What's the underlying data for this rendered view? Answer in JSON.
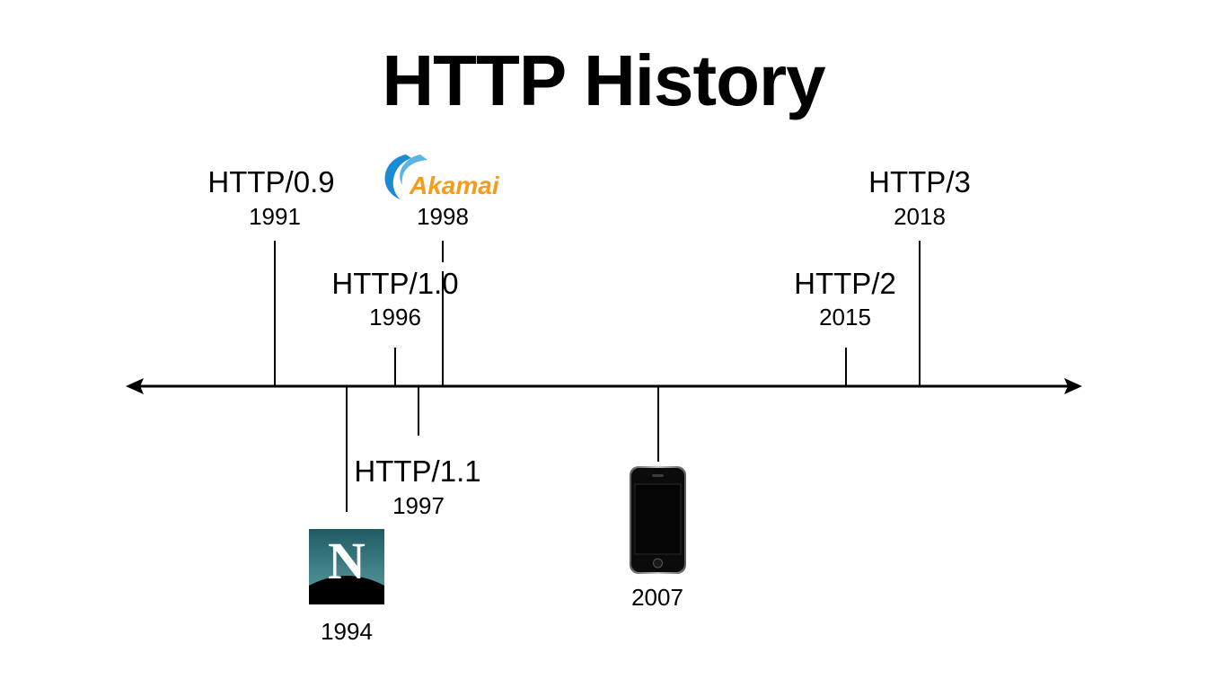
{
  "title": "HTTP History",
  "timeline": {
    "events": [
      {
        "id": "http09",
        "label": "HTTP/0.9",
        "year": "1991"
      },
      {
        "id": "netscape",
        "year": "1994",
        "icon": "netscape-logo-icon"
      },
      {
        "id": "http10",
        "label": "HTTP/1.0",
        "year": "1996"
      },
      {
        "id": "http11",
        "label": "HTTP/1.1",
        "year": "1997"
      },
      {
        "id": "akamai",
        "year": "1998",
        "icon": "akamai-logo-icon",
        "logo_text": "Akamai"
      },
      {
        "id": "iphone",
        "year": "2007",
        "icon": "iphone-icon"
      },
      {
        "id": "http2",
        "label": "HTTP/2",
        "year": "2015"
      },
      {
        "id": "http3",
        "label": "HTTP/3",
        "year": "2018"
      }
    ]
  },
  "colors": {
    "axis": "#000000",
    "akamai_blue": "#1a8ad4",
    "akamai_orange": "#f59c1a",
    "netscape_teal": "#2f6f78"
  }
}
